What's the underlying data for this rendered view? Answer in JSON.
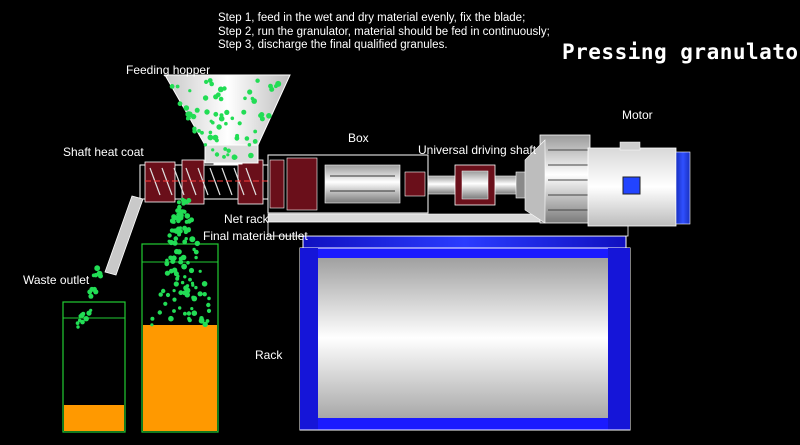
{
  "steps": [
    "Step 1, feed in the wet and dry material evenly, fix the blade;",
    "Step 2, run the granulator, material should be fed in continuously;",
    "Step 3, discharge the final qualified granules."
  ],
  "title": "Pressing granulator",
  "labels": {
    "feeding_hopper": "Feeding hopper",
    "shaft_heat_coat": "Shaft heat coat",
    "box": "Box",
    "universal_driving_shaft": "Universal driving shaft",
    "motor": "Motor",
    "net_rack": "Net rack",
    "final_material_outlet": "Final material outlet",
    "waste_outlet": "Waste outlet",
    "rack": "Rack"
  },
  "colors": {
    "background": "#000000",
    "granule": "#22dd55",
    "collected_material": "#ff9900",
    "rack_frame": "#1a1aff",
    "container_outline": "#22cc33",
    "motor_terminal": "#2244ff"
  }
}
